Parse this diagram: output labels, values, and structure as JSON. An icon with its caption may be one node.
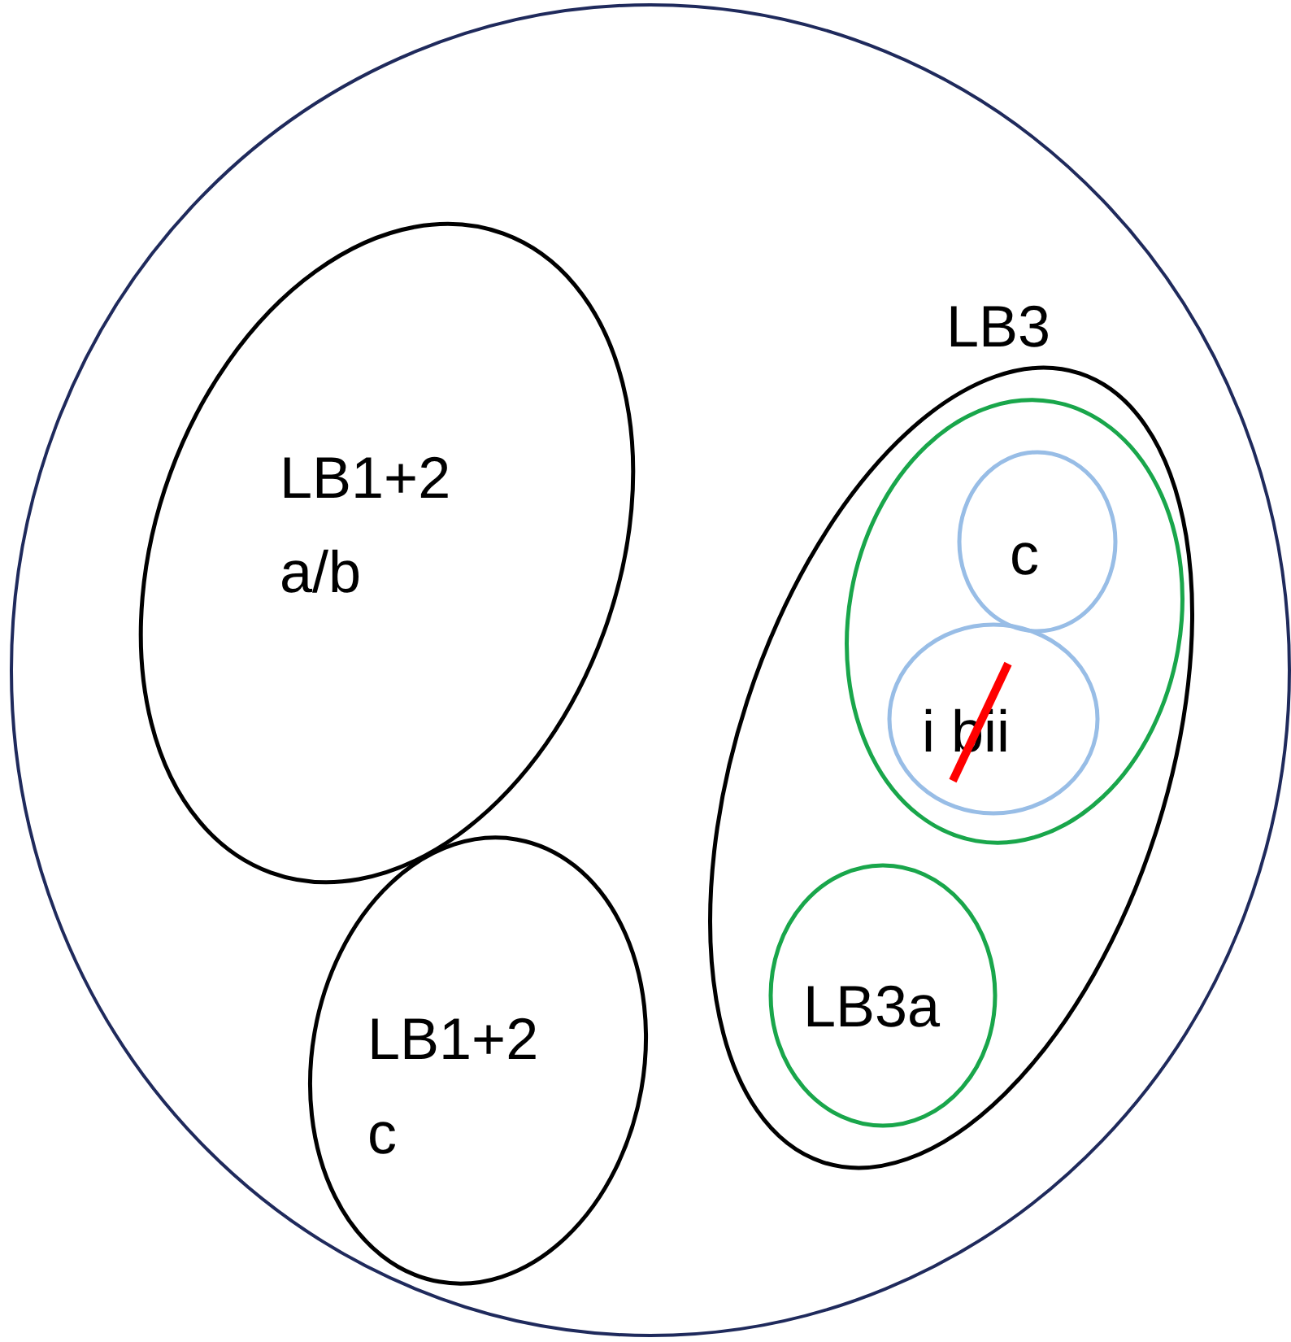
{
  "diagram": {
    "nodes": [
      {
        "text": [],
        "shape": "circle"
      },
      {
        "text": [
          "LB1+2 a/b"
        ],
        "in": 0
      },
      {
        "text": [
          "LB1+2 c"
        ],
        "in": 0
      },
      {
        "text": [
          "LB3"
        ],
        "in": 0
      },
      {
        "text": [],
        "shape": "circle",
        "in": 3
      },
      {
        "text": [
          "c"
        ],
        "in": 4
      },
      {
        "text": [
          "i bii"
        ],
        "in": 4
      },
      {
        "text": [
          "LB3a"
        ],
        "in": 3
      }
    ],
    "edges": []
  }
}
